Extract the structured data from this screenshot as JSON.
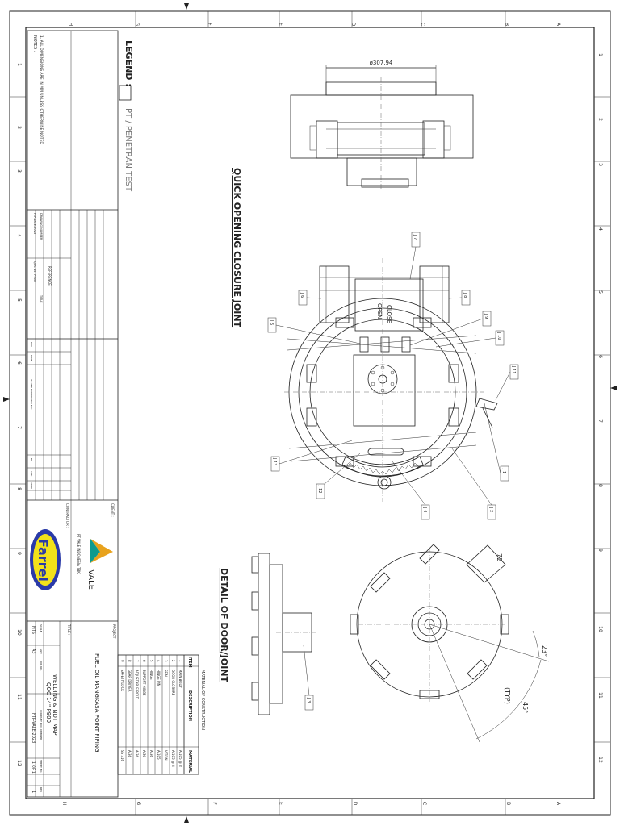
{
  "grid": {
    "letters": [
      "H",
      "G",
      "F",
      "E",
      "D",
      "C",
      "B",
      "A"
    ],
    "numbers": [
      "1",
      "2",
      "3",
      "4",
      "5",
      "6",
      "7",
      "8",
      "9",
      "10",
      "11",
      "12"
    ]
  },
  "notes": {
    "heading": "NOTES :",
    "line1": "1. ALL DIMENSIONS ARE IN MM UNLESS OTHERWISE NOTED"
  },
  "legend": {
    "label": "LEGEND :",
    "item": "PT / PENETRAN TEST"
  },
  "references": {
    "drawing_number": "DRAWING NUMBER",
    "title": "TITLE",
    "reference": "REFERENCE",
    "ref_no": "FTP-VALE-2023",
    "ref_desc": "QOC 14\" P900"
  },
  "revisions": {
    "rev": "REV",
    "date": "DATE",
    "by": "BY",
    "checked": "CHK",
    "issued": "ISSUED FOR REVIEW ETC",
    "approved": "APPD"
  },
  "client": {
    "label": "CLIENT :",
    "name": "VALE",
    "subtitle": "PT VALE INDONESIA TBK"
  },
  "contractor": {
    "label": "CONTRACTOR :",
    "name": "Farrel"
  },
  "project": {
    "label": "PROJECT :",
    "name": "FUEL OIL MANGKASA POINT PIPING"
  },
  "title_block": {
    "label": "TITLE :",
    "line1": "WELDING & NDT MAP",
    "line2": "QOC 14\" P900",
    "scale_label": "SCALE",
    "scale": "NTS",
    "size_label": "SIZE",
    "size": "A3",
    "job_label": "JOB NO.",
    "company_doc_label": "COMPANY DOC. NUMBER",
    "company_doc": "FTP-VALE-2023",
    "sheet_label": "SHEET NO.",
    "sheet": "1 OF 1",
    "rev_label": "REV",
    "rev": "1"
  },
  "materials": {
    "heading": "MATERIAL OF CONSTRUCTION",
    "columns": [
      "ITEM",
      "DESCRIPTION",
      "MATERIAL"
    ],
    "rows": [
      [
        "1",
        "MAIN BODY",
        "A 105 @ 8"
      ],
      [
        "2",
        "DOOR CLOSURE",
        "A 105 @ 8"
      ],
      [
        "3",
        "SEAL",
        "VITON"
      ],
      [
        "4",
        "HINGE PIN",
        "A 105"
      ],
      [
        "5",
        "HINGE",
        "A 36"
      ],
      [
        "6",
        "SUPPORT HINGE",
        "A 36"
      ],
      [
        "7",
        "ADJUSTABLE BOLT",
        "A 36"
      ],
      [
        "8",
        "GEAR DRIVER",
        "A 36"
      ],
      [
        "9",
        "SAFETY LOCK",
        "SS 316"
      ]
    ]
  },
  "views": {
    "top_dimension": "ø307.94",
    "section_title": "QUICK OPENING CLOSURE JOINT",
    "detail_title": "DETAIL OF DOOR/JOINT",
    "open_label": "OPEN",
    "close_label": "CLOSE",
    "dim_72": "72",
    "dim_23": "23°",
    "dim_45": "45°",
    "dim_typ": "(TYP)"
  },
  "joints": [
    "J 1",
    "J 2",
    "J 3",
    "J 4",
    "J 5",
    "J 6",
    "J 7",
    "J 8",
    "J 9",
    "J 10",
    "J 11",
    "J 12",
    "J 13"
  ]
}
